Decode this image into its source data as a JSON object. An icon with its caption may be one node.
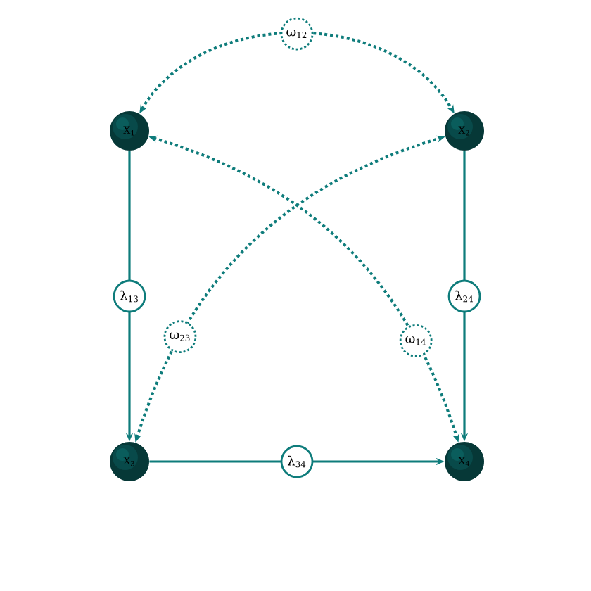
{
  "diagram": {
    "nodes": [
      {
        "text": [
          "X$_{1}$"
        ]
      },
      {
        "text": [
          "X$_{2}$"
        ]
      },
      {
        "text": [
          "X$_{3}$"
        ]
      },
      {
        "text": [
          "X$_{4}$"
        ]
      }
    ],
    "edges": [
      {
        "from": 0,
        "to": 1,
        "arrow": "both",
        "style": "dashed",
        "label": "ω$_{12}$"
      },
      {
        "from": 0,
        "to": 2,
        "arrow": "to",
        "label": "λ$_{13}$"
      },
      {
        "from": 1,
        "to": 3,
        "arrow": "to",
        "label": "λ$_{24}$"
      },
      {
        "from": 2,
        "to": 1,
        "arrow": "both",
        "style": "dashed",
        "label": "ω$_{23}$"
      },
      {
        "from": 0,
        "to": 3,
        "arrow": "both",
        "style": "dashed",
        "label": "ω$_{14}$"
      },
      {
        "from": 2,
        "to": 3,
        "arrow": "to",
        "label": "λ$_{34}$"
      }
    ]
  }
}
